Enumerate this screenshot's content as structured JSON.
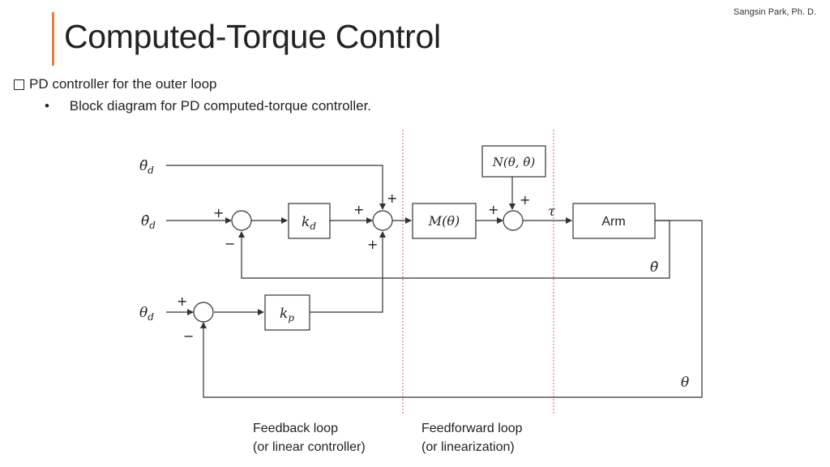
{
  "header": {
    "author": "Sangsin Park, Ph. D.",
    "title": "Computed-Torque Control"
  },
  "content": {
    "bullet_1": "PD controller for the outer loop",
    "bullet_2": "Block diagram for PD computed-torque controller."
  },
  "diagram": {
    "inputs": {
      "theta_dd": "θ̈",
      "theta_d_dot": "θ̇",
      "theta_d": "θ",
      "subscript": "d"
    },
    "blocks": {
      "kd": {
        "base": "k",
        "sub": "d"
      },
      "kp": {
        "base": "k",
        "sub": "p"
      },
      "mass": "M(θ)",
      "nonlinear": "N(θ, θ̇)",
      "plant": "Arm"
    },
    "signals": {
      "tau": "τ",
      "theta_dot": "θ̇",
      "theta": "θ"
    },
    "signs": {
      "plus": "+",
      "minus": "−"
    },
    "captions": {
      "feedback_line1": "Feedback loop",
      "feedback_line2": "(or linear controller)",
      "feedforward_line1": "Feedforward loop",
      "feedforward_line2": "(or linearization)"
    },
    "colors": {
      "line": "#333333",
      "divider": "#e05555",
      "accent": "#e8803c"
    }
  }
}
